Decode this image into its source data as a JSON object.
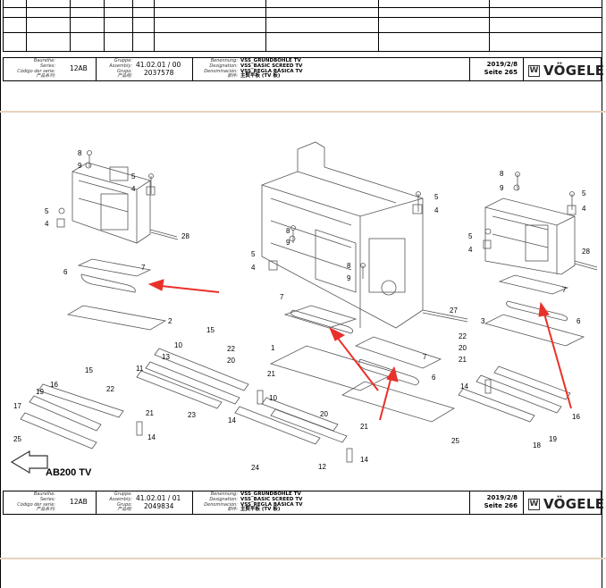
{
  "top_title_block": {
    "series_labels": [
      "Baureihe:",
      "Series:",
      "Código der serie:",
      "产品系列:"
    ],
    "series_value": "12AB",
    "assembly_labels": [
      "Gruppe:",
      "Assembly:",
      "Grupo:",
      "产品组:"
    ],
    "assembly_value": "41.02.01 / 00",
    "group_value": "2037578",
    "designation_labels": [
      "Benennung:",
      "Designation:",
      "Denominación:",
      "部件:"
    ],
    "designation_values": [
      "VSS_GRUNDBOHLE TV",
      "VSS_BASIC SCREED TV",
      "VSS_REGLA BÁSICA TV",
      "主熨平板 (TV 板)"
    ],
    "date": "2019/2/8",
    "page": "Seite 265",
    "logo_mark": "W",
    "logo_text": "VÖGELE"
  },
  "bottom_title_block": {
    "series_labels": [
      "Baureihe:",
      "Series:",
      "Código der serie:",
      "产品系列:"
    ],
    "series_value": "12AB",
    "assembly_labels": [
      "Gruppe:",
      "Assembly:",
      "Grupo:",
      "产品组:"
    ],
    "assembly_value": "41.02.01 / 01",
    "group_value": "2049834",
    "designation_labels": [
      "Benennung:",
      "Designation:",
      "Denominación:",
      "部件:"
    ],
    "designation_values": [
      "VSS_GRUNDBOHLE TV",
      "VSS_BASIC SCREED TV",
      "VSS_REGLA BÁSICA TV",
      "主熨平板 (TV 板)"
    ],
    "date": "2019/2/8",
    "page": "Seite 266",
    "logo_mark": "W",
    "logo_text": "VÖGELE"
  },
  "diagram": {
    "view_label": "AB200 TV",
    "highlight_color": "#e8312a",
    "callouts": [
      "8",
      "9",
      "5",
      "4",
      "5",
      "4",
      "28",
      "6",
      "7",
      "2",
      "8",
      "9",
      "5",
      "4",
      "8",
      "9",
      "5",
      "4",
      "7",
      "1",
      "27",
      "7",
      "6",
      "8",
      "9",
      "5",
      "4",
      "28",
      "5",
      "4",
      "3",
      "6",
      "7",
      "22",
      "20",
      "21",
      "14",
      "16",
      "19",
      "18",
      "25",
      "15",
      "22",
      "20",
      "21",
      "10",
      "13",
      "11",
      "23",
      "14",
      "15",
      "16",
      "19",
      "17",
      "22",
      "21",
      "14",
      "25",
      "10",
      "20",
      "21",
      "24",
      "12",
      "14"
    ]
  }
}
